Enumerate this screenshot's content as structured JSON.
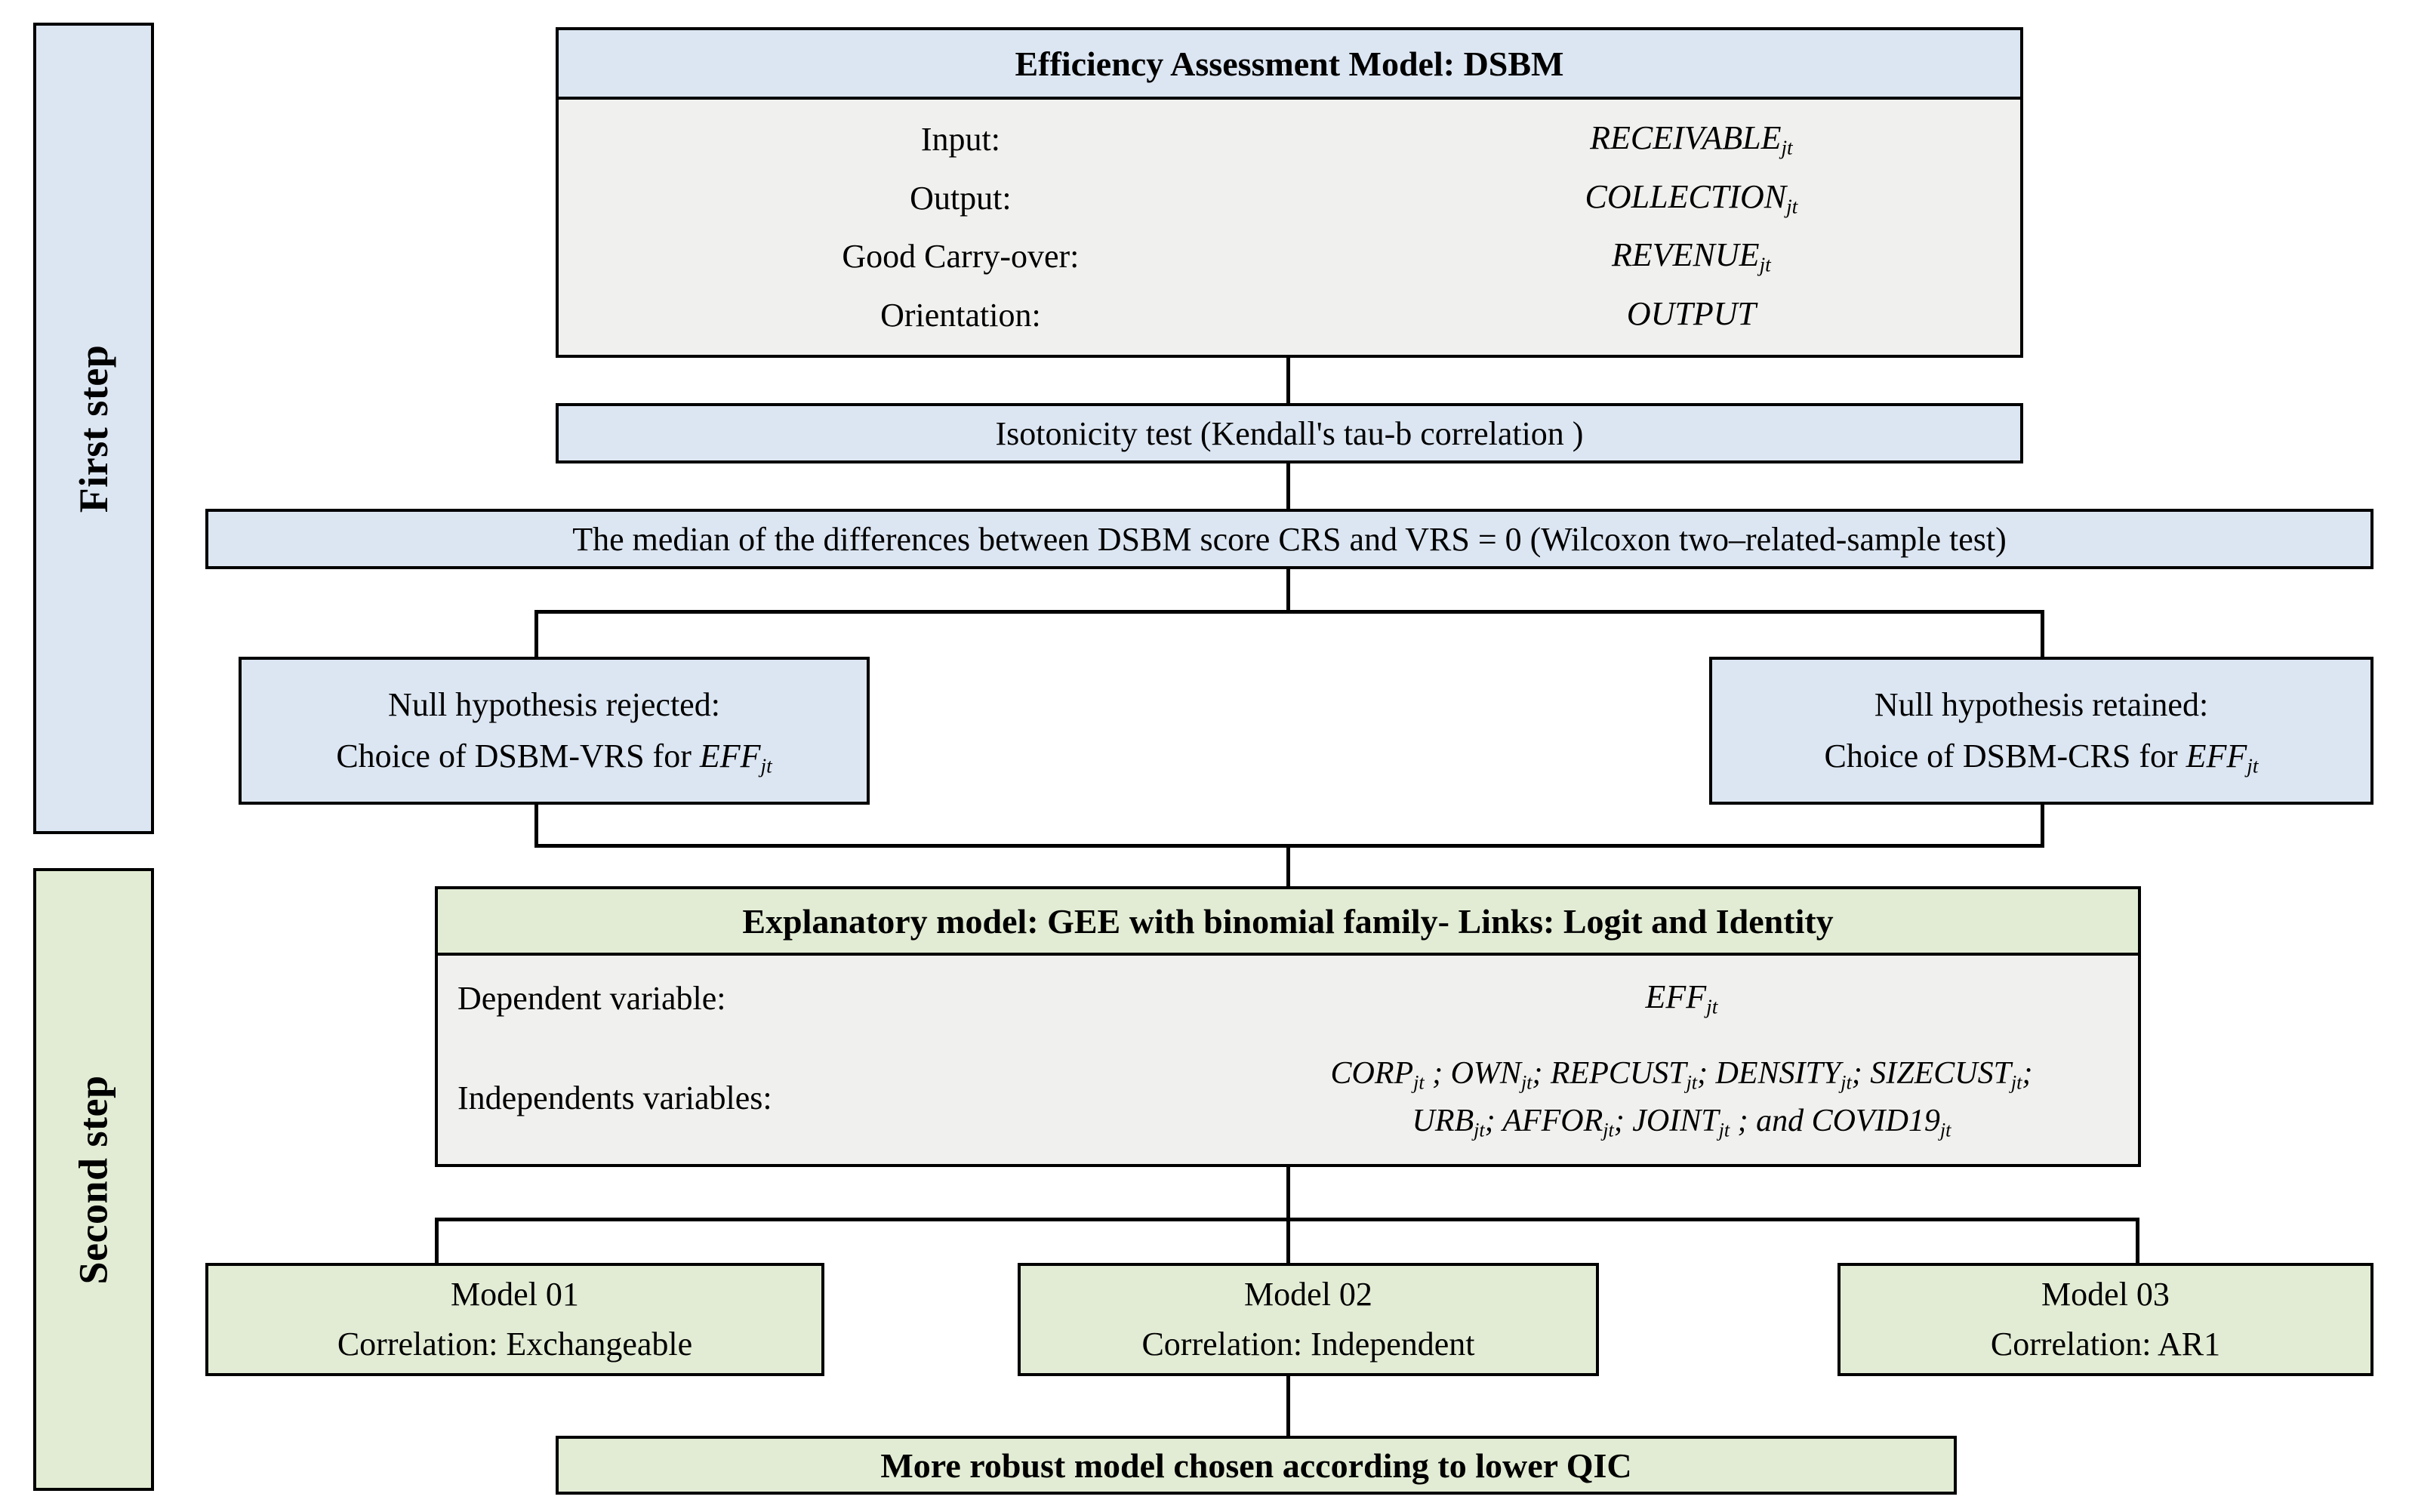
{
  "steps": [
    {
      "label": "First step",
      "color": "#dce6f2"
    },
    {
      "label": "Second step",
      "color": "#e2ecd4"
    }
  ],
  "dsbm_box": {
    "title": "Efficiency Assessment Model: DSBM",
    "rows": [
      {
        "label": "Input:",
        "value": "RECEIVABLE",
        "sub": "jt"
      },
      {
        "label": "Output:",
        "value": "COLLECTION",
        "sub": "jt"
      },
      {
        "label": "Good Carry-over:",
        "value": "REVENUE",
        "sub": "jt"
      },
      {
        "label": "Orientation:",
        "value": "OUTPUT",
        "sub": ""
      }
    ]
  },
  "isotonicity_box": {
    "text": "Isotonicity test (Kendall's tau-b correlation )"
  },
  "median_box": {
    "text": "The median of the differences between DSBM score CRS and VRS = 0 (Wilcoxon two–related-sample test)"
  },
  "hypothesis_rejected_box": {
    "line1": "Null hypothesis rejected:",
    "line2_prefix": "Choice of DSBM-VRS for ",
    "line2_var": "EFF",
    "line2_sub": "jt"
  },
  "hypothesis_retained_box": {
    "line1": "Null hypothesis retained:",
    "line2_prefix": "Choice of DSBM-CRS for ",
    "line2_var": "EFF",
    "line2_sub": "jt"
  },
  "gee_box": {
    "title": "Explanatory model: GEE with binomial family- Links: Logit and Identity",
    "dependent_label": "Dependent variable:",
    "dependent_value": "EFF",
    "dependent_sub": "jt",
    "independents_label": "Independents variables:",
    "independents_line1": "CORP_jt ; OWN_jt ; REPCUST_jt ; DENSITY_jt ; SIZECUST_jt ;",
    "independents_line2": "URB_jt ; AFFOR_jt ; JOINT_jt ; and COVID19_jt",
    "independents_tokens_line1": [
      {
        "name": "CORP",
        "sub": "jt"
      },
      {
        "name": "OWN",
        "sub": "jt"
      },
      {
        "name": "REPCUST",
        "sub": "jt"
      },
      {
        "name": "DENSITY",
        "sub": "jt"
      },
      {
        "name": "SIZECUST",
        "sub": "jt"
      }
    ],
    "independents_tokens_line2": [
      {
        "name": "URB",
        "sub": "jt"
      },
      {
        "name": "AFFOR",
        "sub": "jt"
      },
      {
        "name": "JOINT",
        "sub": "jt"
      },
      {
        "name": "and COVID19",
        "sub": "jt"
      }
    ]
  },
  "models": [
    {
      "title": "Model 01",
      "correlation": "Correlation: Exchangeable"
    },
    {
      "title": "Model 02",
      "correlation": "Correlation: Independent"
    },
    {
      "title": "Model 03",
      "correlation": "Correlation: AR1"
    }
  ],
  "qic_box": {
    "text": "More robust model chosen according to lower QIC"
  },
  "colors": {
    "blue_fill": "#dce6f2",
    "green_fill": "#e2ecd4",
    "grey_fill": "#f0f0ee",
    "stroke": "#000000"
  }
}
